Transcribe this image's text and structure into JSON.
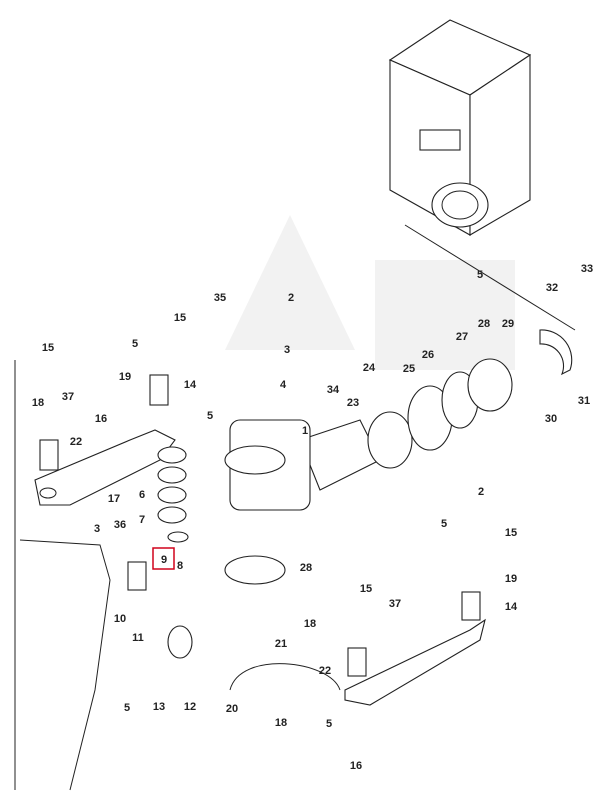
{
  "diagram": {
    "highlight_color": "#d0021b",
    "highlighted_part": "9",
    "callouts": [
      "33",
      "32",
      "5",
      "2",
      "35",
      "15",
      "5",
      "3",
      "29",
      "28",
      "27",
      "26",
      "25",
      "24",
      "15",
      "19",
      "14",
      "4",
      "34",
      "23",
      "31",
      "30",
      "18",
      "37",
      "5",
      "16",
      "1",
      "22",
      "17",
      "6",
      "7",
      "3",
      "36",
      "9",
      "8",
      "28",
      "5",
      "2",
      "15",
      "19",
      "15",
      "37",
      "14",
      "10",
      "18",
      "11",
      "21",
      "22",
      "12",
      "13",
      "5",
      "20",
      "18",
      "5",
      "16"
    ]
  }
}
